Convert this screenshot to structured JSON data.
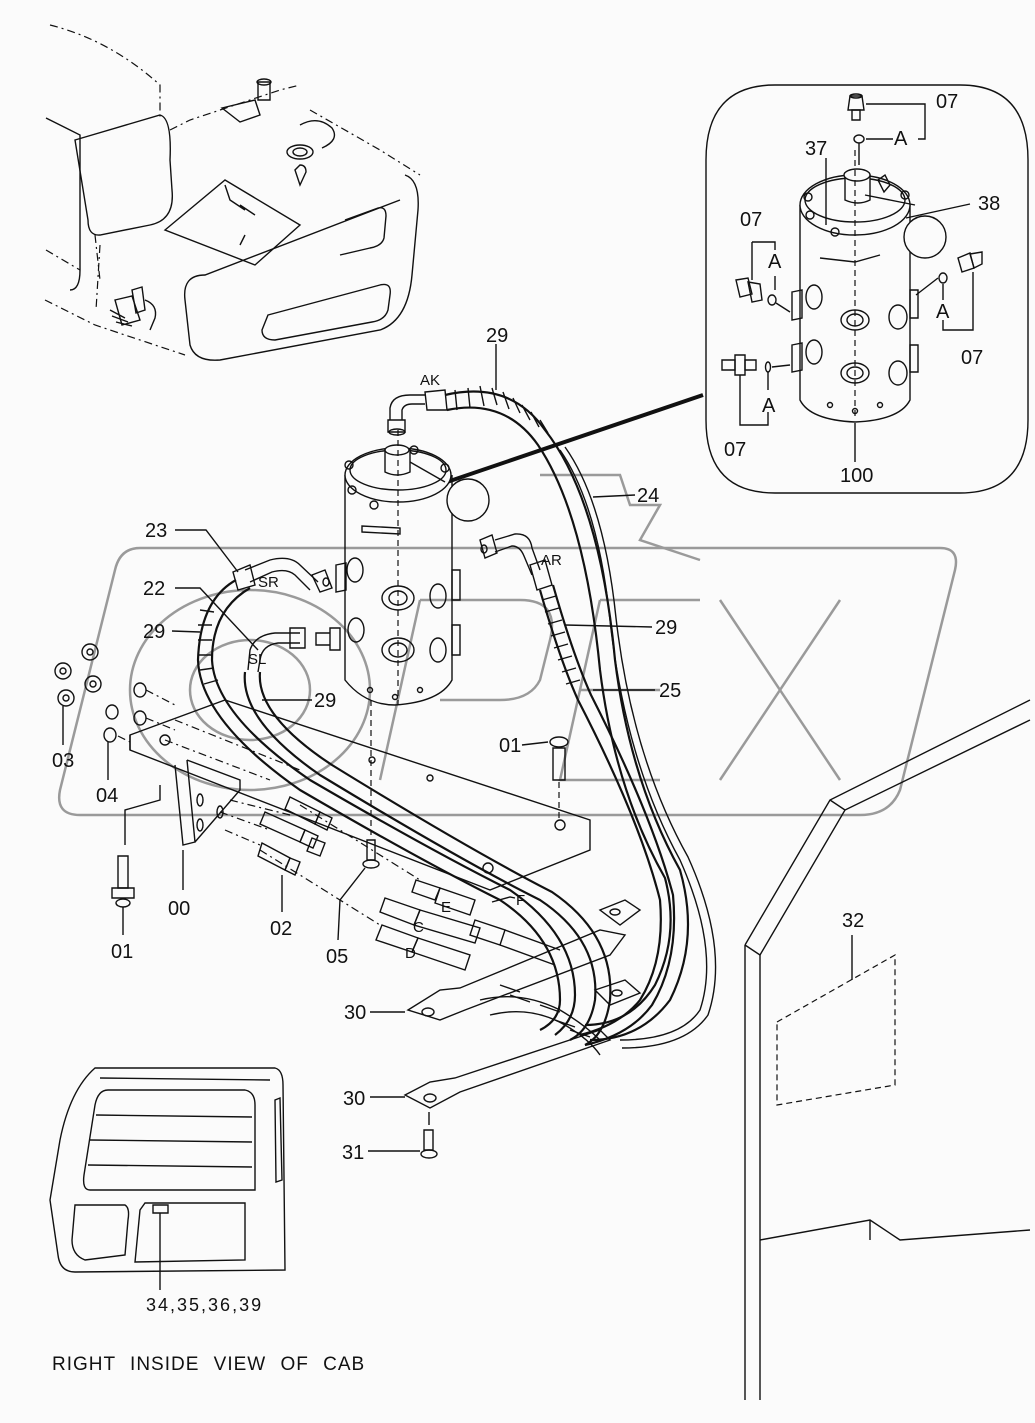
{
  "diagram": {
    "caption": "RIGHT INSIDE VIEW OF CAB",
    "cab_callout": "34,35,36,39",
    "watermark_text": "OPEX",
    "part_labels": {
      "p07_top": "07",
      "p07_left": "07",
      "p07_right": "07",
      "p07_bottom": "07",
      "p37": "37",
      "p38": "38",
      "p100": "100",
      "p29_top": "29",
      "p24": "24",
      "p29_right": "29",
      "p25": "25",
      "p23": "23",
      "p22": "22",
      "p29_left": "29",
      "p29_mid": "29",
      "p03": "03",
      "p04": "04",
      "p01_left": "01",
      "p00": "00",
      "p02": "02",
      "p05": "05",
      "p01_right": "01",
      "p30_a": "30",
      "p30_b": "30",
      "p31": "31",
      "p32": "32"
    },
    "port_labels": {
      "A_top": "A",
      "A_left": "A",
      "A_right": "A",
      "A_bottom": "A",
      "AK": "AK",
      "AR": "AR",
      "SR": "SR",
      "SL": "SL",
      "E": "E",
      "F": "F",
      "C": "C",
      "D": "D"
    }
  }
}
